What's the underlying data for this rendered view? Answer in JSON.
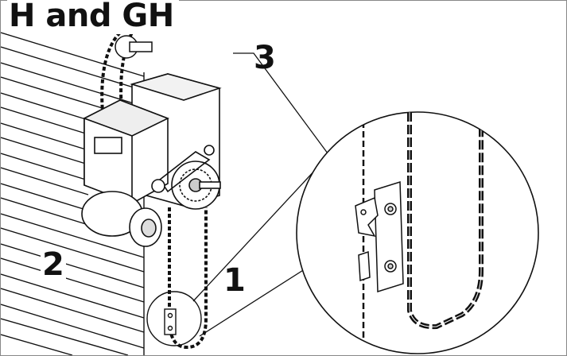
{
  "title": "H and GH",
  "callouts": {
    "one": "1",
    "two": "2",
    "three": "3"
  },
  "colors": {
    "line": "#111111",
    "panel": "#e8e8e8",
    "frame": "#888888"
  }
}
